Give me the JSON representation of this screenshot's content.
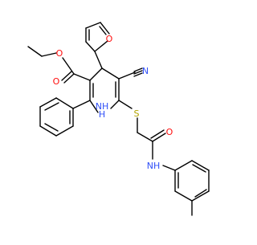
{
  "molecule": {
    "atom_labels": {
      "ester_o_single": "O",
      "ester_o_double": "O",
      "furan_o": "O",
      "cn_n": "N",
      "nh_ring": "NH",
      "h_ring": "H",
      "s": "S",
      "amide_o": "O",
      "amide_nh": "NH",
      "h_amide": "H",
      "amide_n": "N"
    },
    "colors": {
      "bond": "#000000",
      "oxygen": "#ff0d0d",
      "nitrogen": "#3050f8",
      "sulfur": "#b2a400",
      "background": "#ffffff"
    }
  }
}
